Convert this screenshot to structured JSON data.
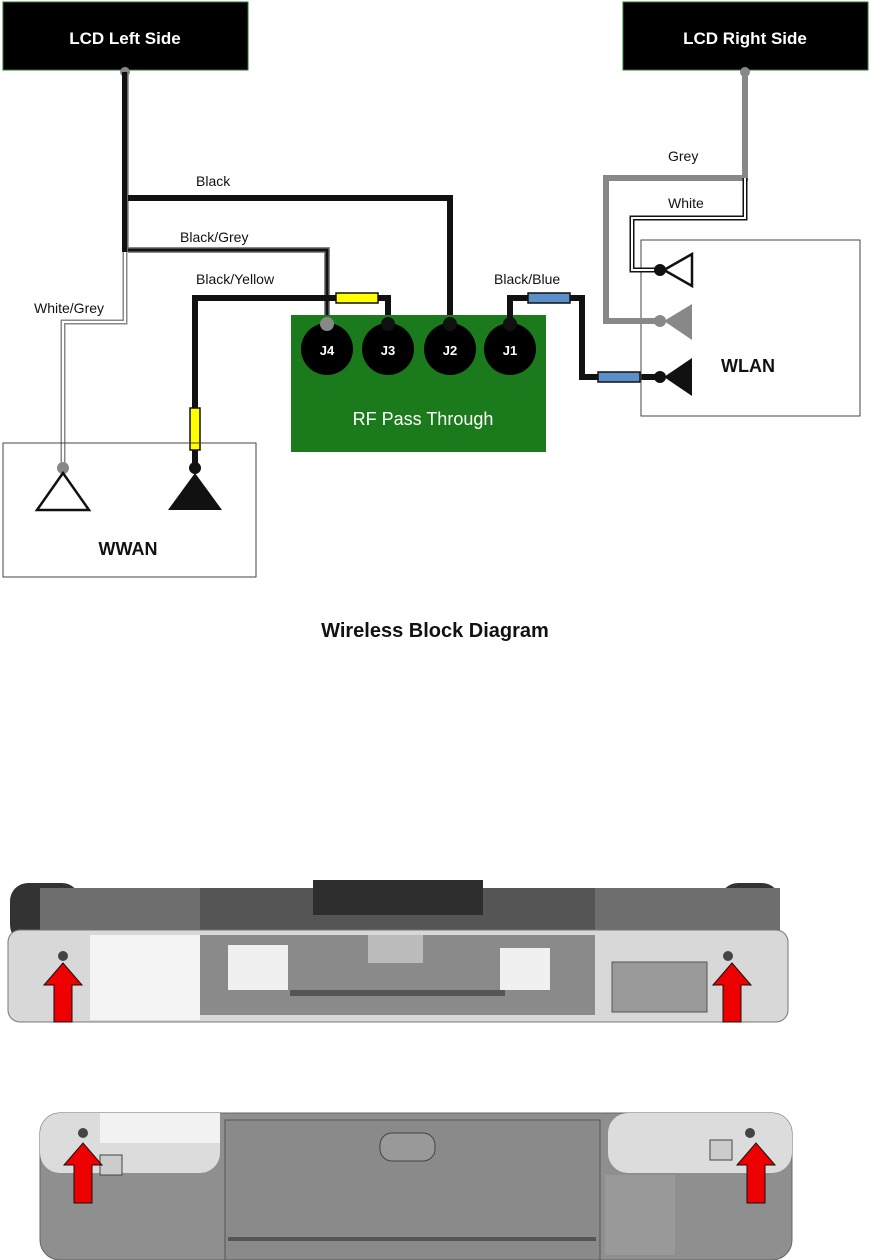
{
  "diagram": {
    "title": "Wireless Block Diagram",
    "blocks": {
      "lcd_left": "LCD Left Side",
      "lcd_right": "LCD Right Side",
      "rf_pass": "RF Pass Through",
      "wlan": "WLAN",
      "wwan": "WWAN"
    },
    "connectors": [
      "J4",
      "J3",
      "J2",
      "J1"
    ],
    "cables": {
      "black": "Black",
      "black_grey": "Black/Grey",
      "black_yellow": "Black/Yellow",
      "white_grey": "White/Grey",
      "black_blue": "Black/Blue",
      "grey": "Grey",
      "white": "White"
    },
    "colors": {
      "rf_board": "#1b7a1b",
      "marker_yellow": "#ffff00",
      "marker_blue": "#5b8fc9",
      "grey_cable": "#8a8a8a",
      "arrow_red": "#ee0000"
    }
  },
  "photos": [
    {
      "name": "laptop-rear-view",
      "arrows": 2
    },
    {
      "name": "laptop-bottom-view",
      "arrows": 2
    }
  ]
}
